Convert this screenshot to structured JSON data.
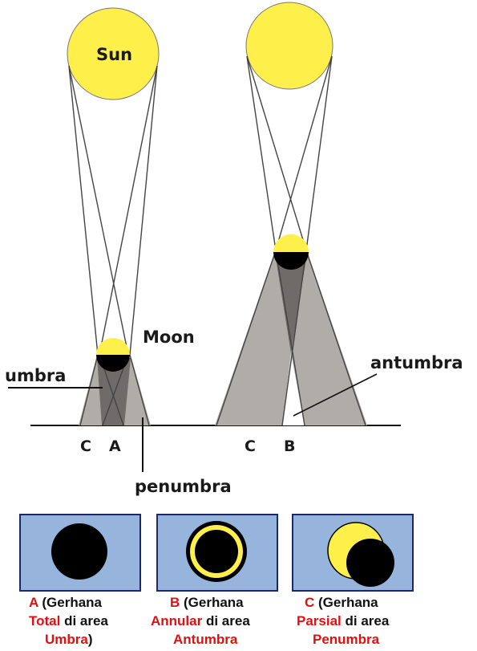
{
  "colors": {
    "sun": "#ffef4a",
    "moon_light": "#ffef4a",
    "moon_dark": "#000000",
    "penumbra": "#b0aca8",
    "umbra": "#6f6b68",
    "antumbra": "#ffffff",
    "panel_bg": "#96b4dc",
    "panel_border": "#1b2a66",
    "red_text": "#e01010"
  },
  "labels": {
    "sun": "Sun",
    "moon": "Moon",
    "umbra": "umbra",
    "antumbra": "antumbra",
    "penumbra": "penumbra",
    "left_c": "C",
    "left_a": "A",
    "right_c": "C",
    "right_b": "B"
  },
  "captions": [
    {
      "letter": "A",
      "line1_rest": " (Gerhana",
      "line2_red": "Total",
      "line2_rest": " di area",
      "line3_red": "Umbra",
      "line3_rest": ")"
    },
    {
      "letter": "B",
      "line1_rest": " (Gerhana",
      "line2_red": "Annular",
      "line2_rest": " di area",
      "line3_red": "Antumbra",
      "line3_rest": ""
    },
    {
      "letter": "C",
      "line1_rest": "  (Gerhana",
      "line2_red": "Parsial",
      "line2_rest": " di area",
      "line3_red": "Penumbra",
      "line3_rest": ""
    }
  ]
}
